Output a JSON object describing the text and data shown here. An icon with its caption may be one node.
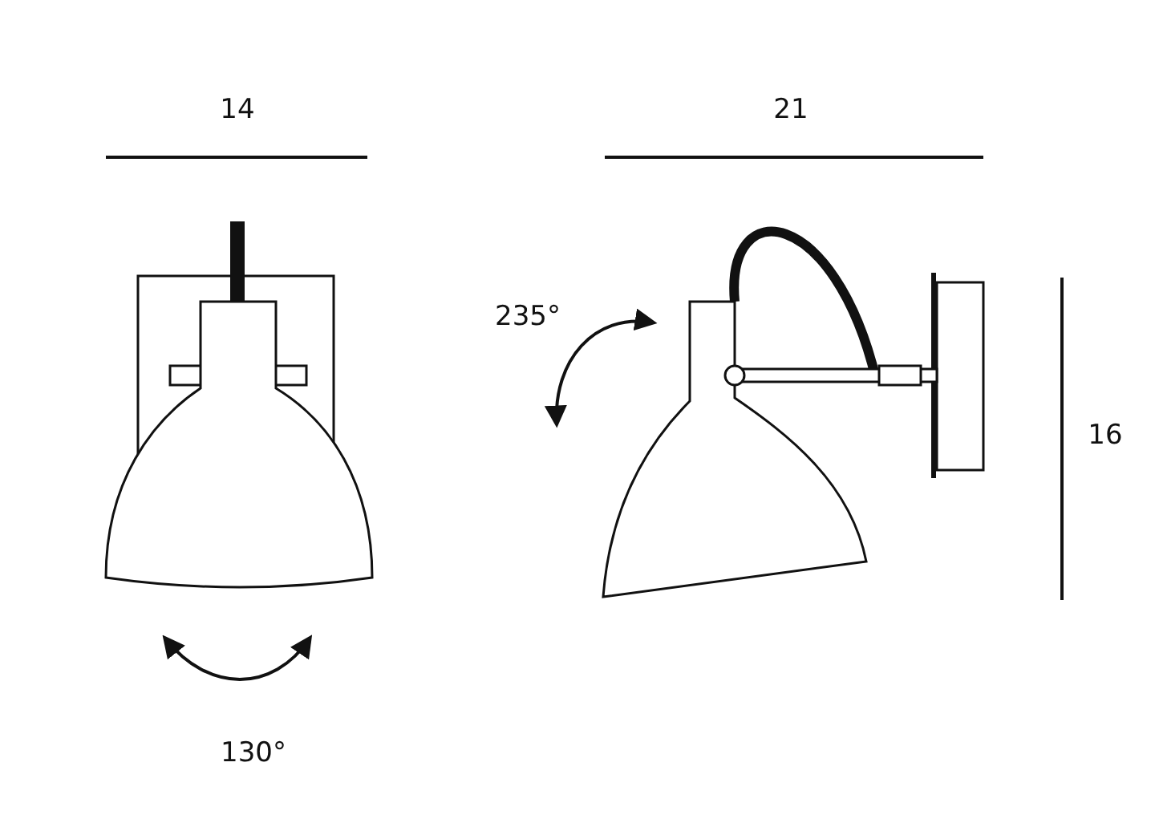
{
  "diagram": {
    "labels": [
      "14",
      "21",
      "235°",
      "16",
      "130°"
    ]
  }
}
